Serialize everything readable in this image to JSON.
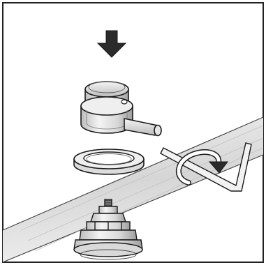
{
  "figure": {
    "kind": "installation-illustration",
    "components": [
      "down-arrow-icon",
      "thermostat-head",
      "adapter-ring",
      "valve-body",
      "hex-key",
      "rotation-arrow-icon",
      "pipe"
    ]
  },
  "colors": {
    "frame": "#222222",
    "background": "#ffffff",
    "pipe_fill": "#e2e2e2",
    "line": "#1a1a1a",
    "arrow": "#2b2b2b",
    "shade": "#cfcfcf"
  }
}
